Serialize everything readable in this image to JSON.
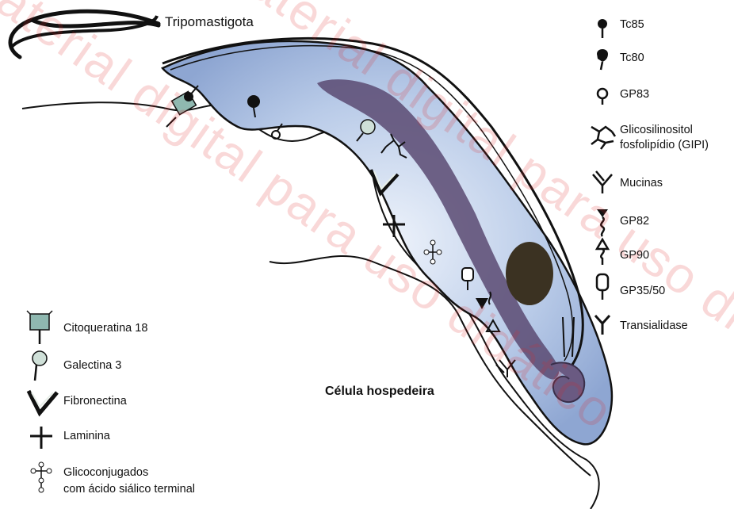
{
  "title": "Tripomastigota",
  "host_cell_label": "Célula hospedeira",
  "watermark": "Material digital para uso didático",
  "colors": {
    "parasite_fill": "#b7c9e6",
    "kinetoplast": "#5a4a72",
    "nucleus": "#3b3222",
    "outline": "#111111",
    "watermark": "#e23a3a",
    "receptor_teal": "#8fb8b0"
  },
  "legend_right": [
    {
      "label": "Tc85",
      "icon": "pin-icon"
    },
    {
      "label": "Tc80",
      "icon": "hook-pin-icon"
    },
    {
      "label": "GP83",
      "icon": "ring-pin-icon"
    },
    {
      "label": "Glicosilinositol",
      "icon": "gipi-icon"
    },
    {
      "label": "fosfolipídio (GIPI)"
    },
    {
      "label": "Mucinas",
      "icon": "mucin-icon"
    },
    {
      "label": "GP82",
      "icon": "gp82-icon"
    },
    {
      "label": "GP90",
      "icon": "gp90-icon"
    },
    {
      "label": "GP35/50",
      "icon": "gp35-icon"
    },
    {
      "label": "Transialidase",
      "icon": "y-icon"
    }
  ],
  "legend_left": [
    {
      "label": "Citoqueratina 18",
      "icon": "cytokeratin-icon"
    },
    {
      "label": "Galectina 3",
      "icon": "galectin-icon"
    },
    {
      "label": "Fibronectina",
      "icon": "fibronectin-icon"
    },
    {
      "label": "Laminina",
      "icon": "laminin-icon"
    },
    {
      "label": "Glicoconjugados",
      "icon": "glycoconjugate-icon"
    },
    {
      "label": "com ácido siálico terminal"
    }
  ]
}
